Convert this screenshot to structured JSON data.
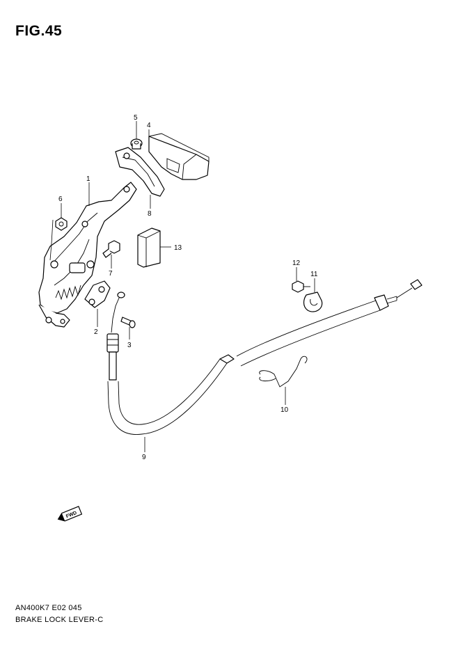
{
  "figure": {
    "title": "FIG.45",
    "code": "AN400K7 E02  045",
    "name": "BRAKE LOCK LEVER-C"
  },
  "callouts": [
    {
      "id": "c1",
      "label": "1"
    },
    {
      "id": "c2",
      "label": "2"
    },
    {
      "id": "c3",
      "label": "3"
    },
    {
      "id": "c4",
      "label": "4"
    },
    {
      "id": "c5",
      "label": "5"
    },
    {
      "id": "c6",
      "label": "6"
    },
    {
      "id": "c7",
      "label": "7"
    },
    {
      "id": "c8",
      "label": "8"
    },
    {
      "id": "c9",
      "label": "9"
    },
    {
      "id": "c10",
      "label": "10"
    },
    {
      "id": "c11",
      "label": "11"
    },
    {
      "id": "c12",
      "label": "12"
    },
    {
      "id": "c13",
      "label": "13"
    }
  ],
  "fwd_label": "FWD"
}
